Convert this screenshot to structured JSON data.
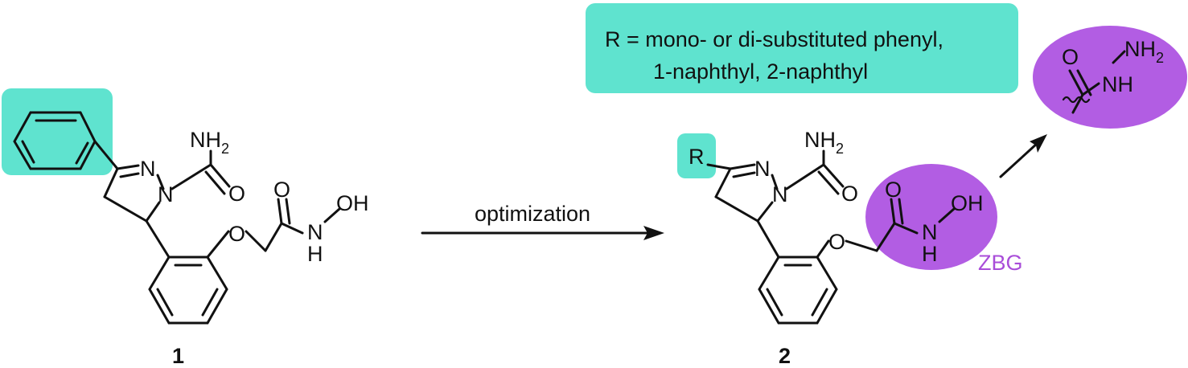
{
  "colors": {
    "teal_highlight": "#5fe3cf",
    "violet_zbg": "#b25de3",
    "zbg_label": "#a94dd9",
    "ink": "#111111"
  },
  "note_box": {
    "line1": "R  =  mono- or di-substituted phenyl,",
    "line2": "1-naphthyl, 2-naphthyl"
  },
  "arrow": {
    "label": "optimization"
  },
  "compound1": {
    "number": "1",
    "atoms": {
      "nh2_main": "NH",
      "nh2_sub": "2",
      "n_ring_upper": "N",
      "n_ring_lower": "N",
      "o_carbonyl": "O",
      "o_acyl": "O",
      "o_ether": "O",
      "n_hydroxamic": "N",
      "h_hydroxamic": "H",
      "oh": "OH"
    }
  },
  "compound2": {
    "number": "2",
    "r_group": "R",
    "zbg_label": "ZBG",
    "atoms": {
      "nh2_main": "NH",
      "nh2_sub": "2",
      "n_ring_upper": "N",
      "n_ring_lower": "N",
      "o_carbonyl": "O",
      "o_acyl": "O",
      "o_ether": "O",
      "n_hydroxamic": "N",
      "h_hydroxamic": "H",
      "oh": "OH"
    }
  },
  "hydrazide": {
    "o": "O",
    "nh": "NH",
    "n_top": "N",
    "h2_main": "H",
    "h2_sub": "2"
  }
}
